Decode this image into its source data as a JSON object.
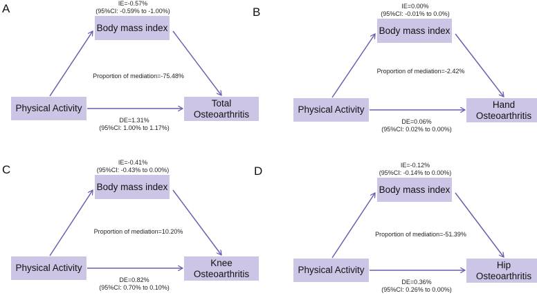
{
  "colors": {
    "box_fill": "#cdc5e6",
    "arrow": "#6a5fb0"
  },
  "panels": [
    {
      "label": "A",
      "mediator": "Body mass index",
      "exposure": "Physical Activity",
      "outcome_line1": "Total",
      "outcome_line2": "Osteoarthritis",
      "ie": "IE=-0.57%",
      "ie_ci": "(95%CI: -0.59% to -1.00%)",
      "proportion": "Proportion of mediation=-75.48%",
      "de": "DE=1.31%",
      "de_ci": "(95%CI:  1.00% to 1.17%)"
    },
    {
      "label": "B",
      "mediator": "Body mass index",
      "exposure": "Physical Activity",
      "outcome_line1": "Hand",
      "outcome_line2": "Osteoarthritis",
      "ie": "IE=0.00%",
      "ie_ci": "(95%CI: -0.01% to 0.0%)",
      "proportion": "Proportion of mediation=-2.42%",
      "de": "DE=0.06%",
      "de_ci": "(95%CI:  0.02% to 0.00%)"
    },
    {
      "label": "C",
      "mediator": "Body mass index",
      "exposure": "Physical Activity",
      "outcome_line1": "Knee",
      "outcome_line2": "Osteoarthritis",
      "ie": "IE=-0.41%",
      "ie_ci": "(95%CI: -0.43% to 0.00%)",
      "proportion": "Proportion of mediation=10.20%",
      "de": "DE=0.82%",
      "de_ci": "(95%CI:  0.70% to 0.10%)"
    },
    {
      "label": "D",
      "mediator": "Body mass index",
      "exposure": "Physical Activity",
      "outcome_line1": "Hip",
      "outcome_line2": "Osteoarthritis",
      "ie": "IE=-0.12%",
      "ie_ci": "(95%CI: -0.14% to 0.00%)",
      "proportion": "Proportion of mediation=-51.39%",
      "de": "DE=0.36%",
      "de_ci": "(95%CI:  0.26% to 0.00%)"
    }
  ]
}
